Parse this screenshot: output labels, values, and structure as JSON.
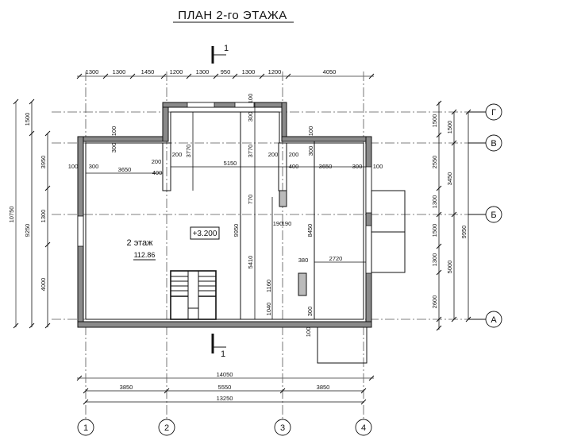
{
  "title": "ПЛАН 2-го ЭТАЖА",
  "section_mark": "1",
  "room": {
    "name": "2 этаж",
    "area": "112.86",
    "level": "+3.200"
  },
  "axes": {
    "vertical": [
      "1",
      "2",
      "3",
      "4"
    ],
    "horizontal": [
      "Г",
      "В",
      "Б",
      "А"
    ]
  },
  "dims": {
    "top": [
      "1300",
      "1300",
      "1450",
      "1200",
      "1300",
      "950",
      "1300",
      "1200",
      "4050"
    ],
    "left": {
      "total": "10750",
      "mid": [
        "1500",
        "9250"
      ],
      "inner": [
        "3950",
        "1300",
        "4000"
      ]
    },
    "right": {
      "outer": [
        "1500",
        "2550",
        "1300",
        "1500",
        "1300",
        "2600"
      ],
      "mid": [
        "1500",
        "3450",
        "5000"
      ],
      "total": "9950"
    },
    "bottom": {
      "overall": "14050",
      "bays": [
        "3850",
        "5550",
        "3850"
      ],
      "axes_total": "13250"
    },
    "interior": [
      "100",
      "300",
      "100",
      "300",
      "3650",
      "400",
      "200",
      "200",
      "3770",
      "5150",
      "100",
      "300",
      "3770",
      "770",
      "200",
      "200",
      "400",
      "3650",
      "300",
      "100",
      "100",
      "300",
      "9950",
      "5410",
      "190",
      "190",
      "8450",
      "380",
      "2720",
      "1160",
      "1040",
      "300",
      "100"
    ]
  }
}
